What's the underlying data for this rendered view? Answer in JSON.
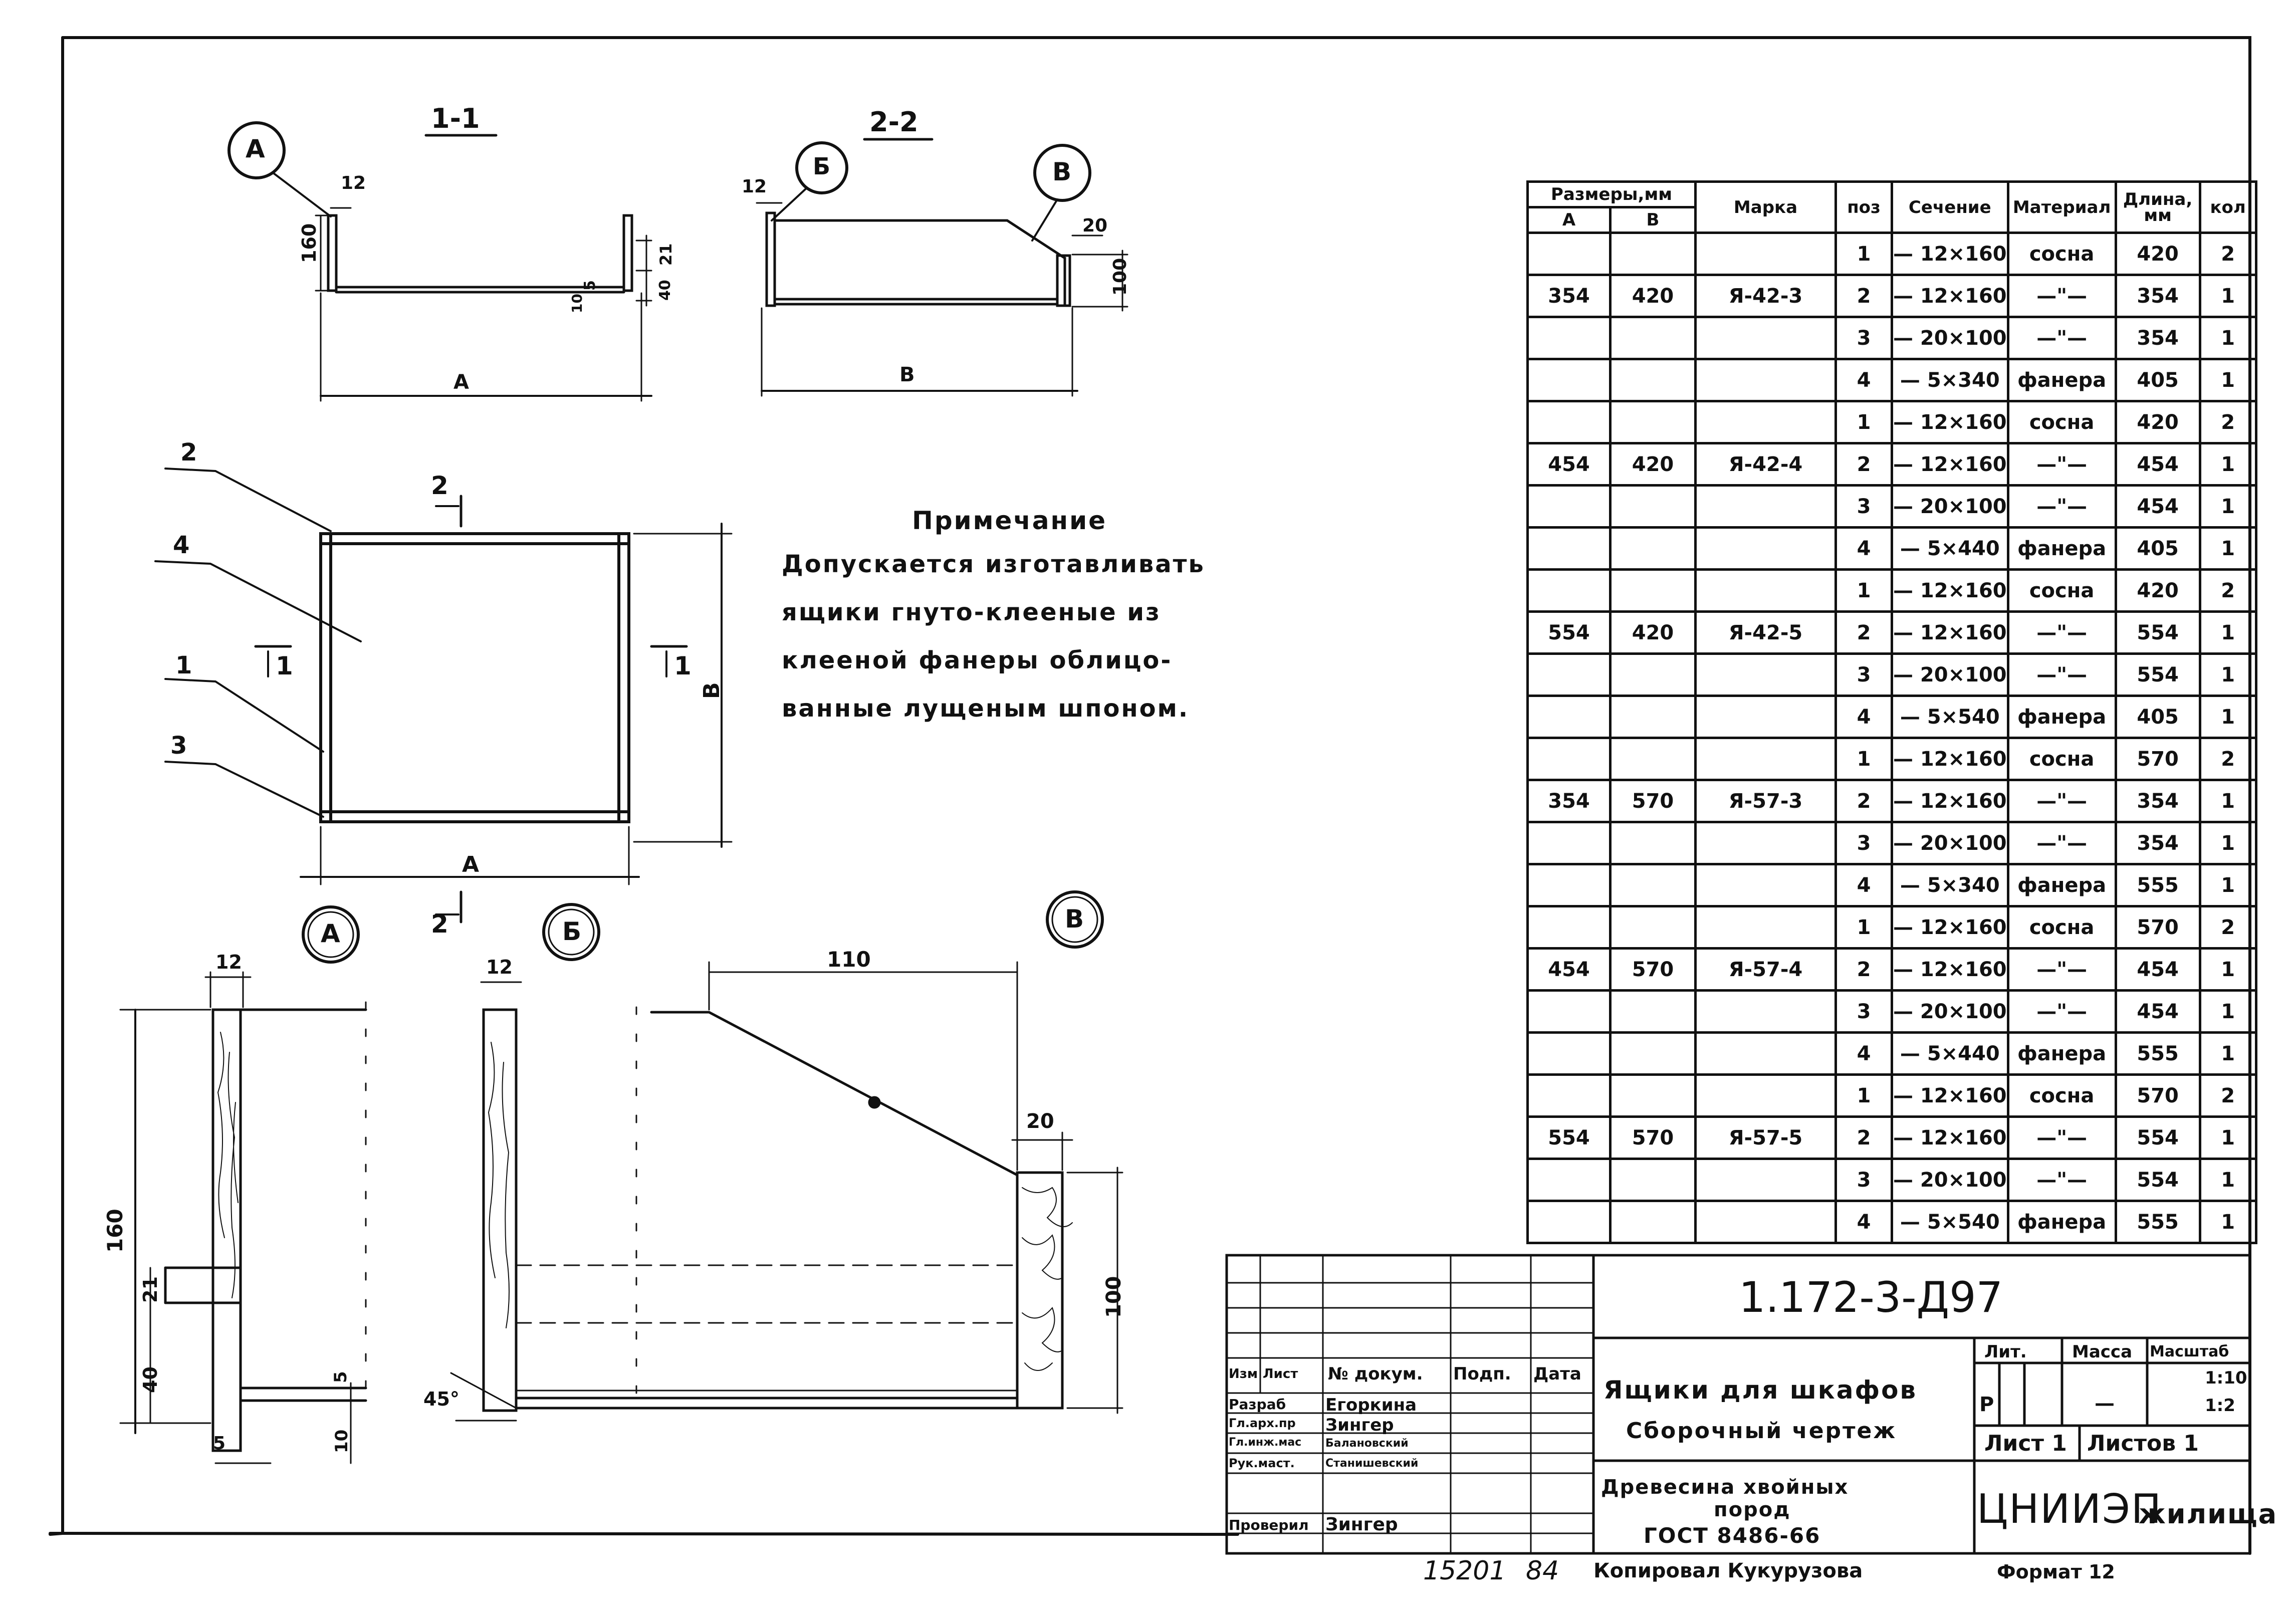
{
  "sections": {
    "section_1_1": "1-1",
    "section_2_2": "2-2",
    "callout_a": "А",
    "callout_b": "Б",
    "callout_v": "В",
    "plan_cut_2": "2",
    "plan_cut_1": "1"
  },
  "dims": {
    "s11_12": "12",
    "s11_160": "160",
    "s11_21": "21",
    "s11_40": "40",
    "s11_5": "5",
    "s11_10": "10",
    "s11_A": "А",
    "s22_12": "12",
    "s22_20": "20",
    "s22_100": "100",
    "s22_B": "В",
    "plan_B": "В",
    "plan_A": "А",
    "da_12": "12",
    "da_160": "160",
    "da_21": "21",
    "da_40": "40",
    "da_5a": "5",
    "da_5b": "5",
    "da_10": "10",
    "db_12": "12",
    "db_45": "45°",
    "dv_110": "110",
    "dv_20": "20",
    "dv_100": "100"
  },
  "leaders": {
    "p2": "2",
    "p4": "4",
    "p1": "1",
    "p3": "3"
  },
  "note": {
    "title": "Примечание",
    "lines": [
      "Допускается изготавливать",
      "ящики гнуто-клееные из",
      "клееной фанеры облицо-",
      "ванные лущеным шпоном."
    ]
  },
  "spec_table": {
    "header_group": "Размеры,мм",
    "col_a": "А",
    "col_b": "В",
    "col_mark": "Марка",
    "col_pos": "поз",
    "col_section": "Сечение",
    "col_material": "Материал",
    "col_length": "Длина, мм",
    "col_qty": "кол",
    "rows": [
      {
        "a": "",
        "b": "",
        "mark": "",
        "pos": "1",
        "sec": "— 12×160",
        "mat": "сосна",
        "len": "420",
        "qty": "2"
      },
      {
        "a": "354",
        "b": "420",
        "mark": "Я-42-3",
        "pos": "2",
        "sec": "— 12×160",
        "mat": "—\"—",
        "len": "354",
        "qty": "1"
      },
      {
        "a": "",
        "b": "",
        "mark": "",
        "pos": "3",
        "sec": "— 20×100",
        "mat": "—\"—",
        "len": "354",
        "qty": "1"
      },
      {
        "a": "",
        "b": "",
        "mark": "",
        "pos": "4",
        "sec": "— 5×340",
        "mat": "фанера",
        "len": "405",
        "qty": "1"
      },
      {
        "a": "",
        "b": "",
        "mark": "",
        "pos": "1",
        "sec": "— 12×160",
        "mat": "сосна",
        "len": "420",
        "qty": "2"
      },
      {
        "a": "454",
        "b": "420",
        "mark": "Я-42-4",
        "pos": "2",
        "sec": "— 12×160",
        "mat": "—\"—",
        "len": "454",
        "qty": "1"
      },
      {
        "a": "",
        "b": "",
        "mark": "",
        "pos": "3",
        "sec": "— 20×100",
        "mat": "—\"—",
        "len": "454",
        "qty": "1"
      },
      {
        "a": "",
        "b": "",
        "mark": "",
        "pos": "4",
        "sec": "— 5×440",
        "mat": "фанера",
        "len": "405",
        "qty": "1"
      },
      {
        "a": "",
        "b": "",
        "mark": "",
        "pos": "1",
        "sec": "— 12×160",
        "mat": "сосна",
        "len": "420",
        "qty": "2"
      },
      {
        "a": "554",
        "b": "420",
        "mark": "Я-42-5",
        "pos": "2",
        "sec": "— 12×160",
        "mat": "—\"—",
        "len": "554",
        "qty": "1"
      },
      {
        "a": "",
        "b": "",
        "mark": "",
        "pos": "3",
        "sec": "— 20×100",
        "mat": "—\"—",
        "len": "554",
        "qty": "1"
      },
      {
        "a": "",
        "b": "",
        "mark": "",
        "pos": "4",
        "sec": "— 5×540",
        "mat": "фанера",
        "len": "405",
        "qty": "1"
      },
      {
        "a": "",
        "b": "",
        "mark": "",
        "pos": "1",
        "sec": "— 12×160",
        "mat": "сосна",
        "len": "570",
        "qty": "2"
      },
      {
        "a": "354",
        "b": "570",
        "mark": "Я-57-3",
        "pos": "2",
        "sec": "— 12×160",
        "mat": "—\"—",
        "len": "354",
        "qty": "1"
      },
      {
        "a": "",
        "b": "",
        "mark": "",
        "pos": "3",
        "sec": "— 20×100",
        "mat": "—\"—",
        "len": "354",
        "qty": "1"
      },
      {
        "a": "",
        "b": "",
        "mark": "",
        "pos": "4",
        "sec": "— 5×340",
        "mat": "фанера",
        "len": "555",
        "qty": "1"
      },
      {
        "a": "",
        "b": "",
        "mark": "",
        "pos": "1",
        "sec": "— 12×160",
        "mat": "сосна",
        "len": "570",
        "qty": "2"
      },
      {
        "a": "454",
        "b": "570",
        "mark": "Я-57-4",
        "pos": "2",
        "sec": "— 12×160",
        "mat": "—\"—",
        "len": "454",
        "qty": "1"
      },
      {
        "a": "",
        "b": "",
        "mark": "",
        "pos": "3",
        "sec": "— 20×100",
        "mat": "—\"—",
        "len": "454",
        "qty": "1"
      },
      {
        "a": "",
        "b": "",
        "mark": "",
        "pos": "4",
        "sec": "— 5×440",
        "mat": "фанера",
        "len": "555",
        "qty": "1"
      },
      {
        "a": "",
        "b": "",
        "mark": "",
        "pos": "1",
        "sec": "— 12×160",
        "mat": "сосна",
        "len": "570",
        "qty": "2"
      },
      {
        "a": "554",
        "b": "570",
        "mark": "Я-57-5",
        "pos": "2",
        "sec": "— 12×160",
        "mat": "—\"—",
        "len": "554",
        "qty": "1"
      },
      {
        "a": "",
        "b": "",
        "mark": "",
        "pos": "3",
        "sec": "— 20×100",
        "mat": "—\"—",
        "len": "554",
        "qty": "1"
      },
      {
        "a": "",
        "b": "",
        "mark": "",
        "pos": "4",
        "sec": "— 5×540",
        "mat": "фанера",
        "len": "555",
        "qty": "1"
      }
    ]
  },
  "title_block": {
    "doc_code": "1.172-3-Д97",
    "hdr_izm": "Изм",
    "hdr_list": "Лист",
    "hdr_ndok": "№ докум.",
    "hdr_podp": "Подп.",
    "hdr_data": "Дата",
    "roles": [
      "Разраб",
      "Гл.арх.пр",
      "Гл.инж.мас",
      "Рук.маст.",
      "Проверил"
    ],
    "names": [
      "Егоркина",
      "Зингер",
      "Балановский",
      "Станишевский",
      "Зингер"
    ],
    "title_1": "Ящики для шкафов",
    "title_2": "Сборочный чертеж",
    "material_1": "Древесина хвойных",
    "material_2": "пород",
    "material_3": "ГОСТ 8486-66",
    "lit_label": "Лит.",
    "mass_label": "Масса",
    "scale_label": "Масштаб",
    "lit_value": "Р",
    "mass_value": "—",
    "scale_1": "1:10",
    "scale_2": "1:2",
    "sheet": "Лист 1",
    "sheets": "Листов 1",
    "org_1": "ЦНИИЭП",
    "org_2": "жилища"
  },
  "footer": {
    "inv_number": "15201",
    "inv_year": "84",
    "copied_by": "Копировал Кукурузова",
    "format": "Формат 12"
  }
}
